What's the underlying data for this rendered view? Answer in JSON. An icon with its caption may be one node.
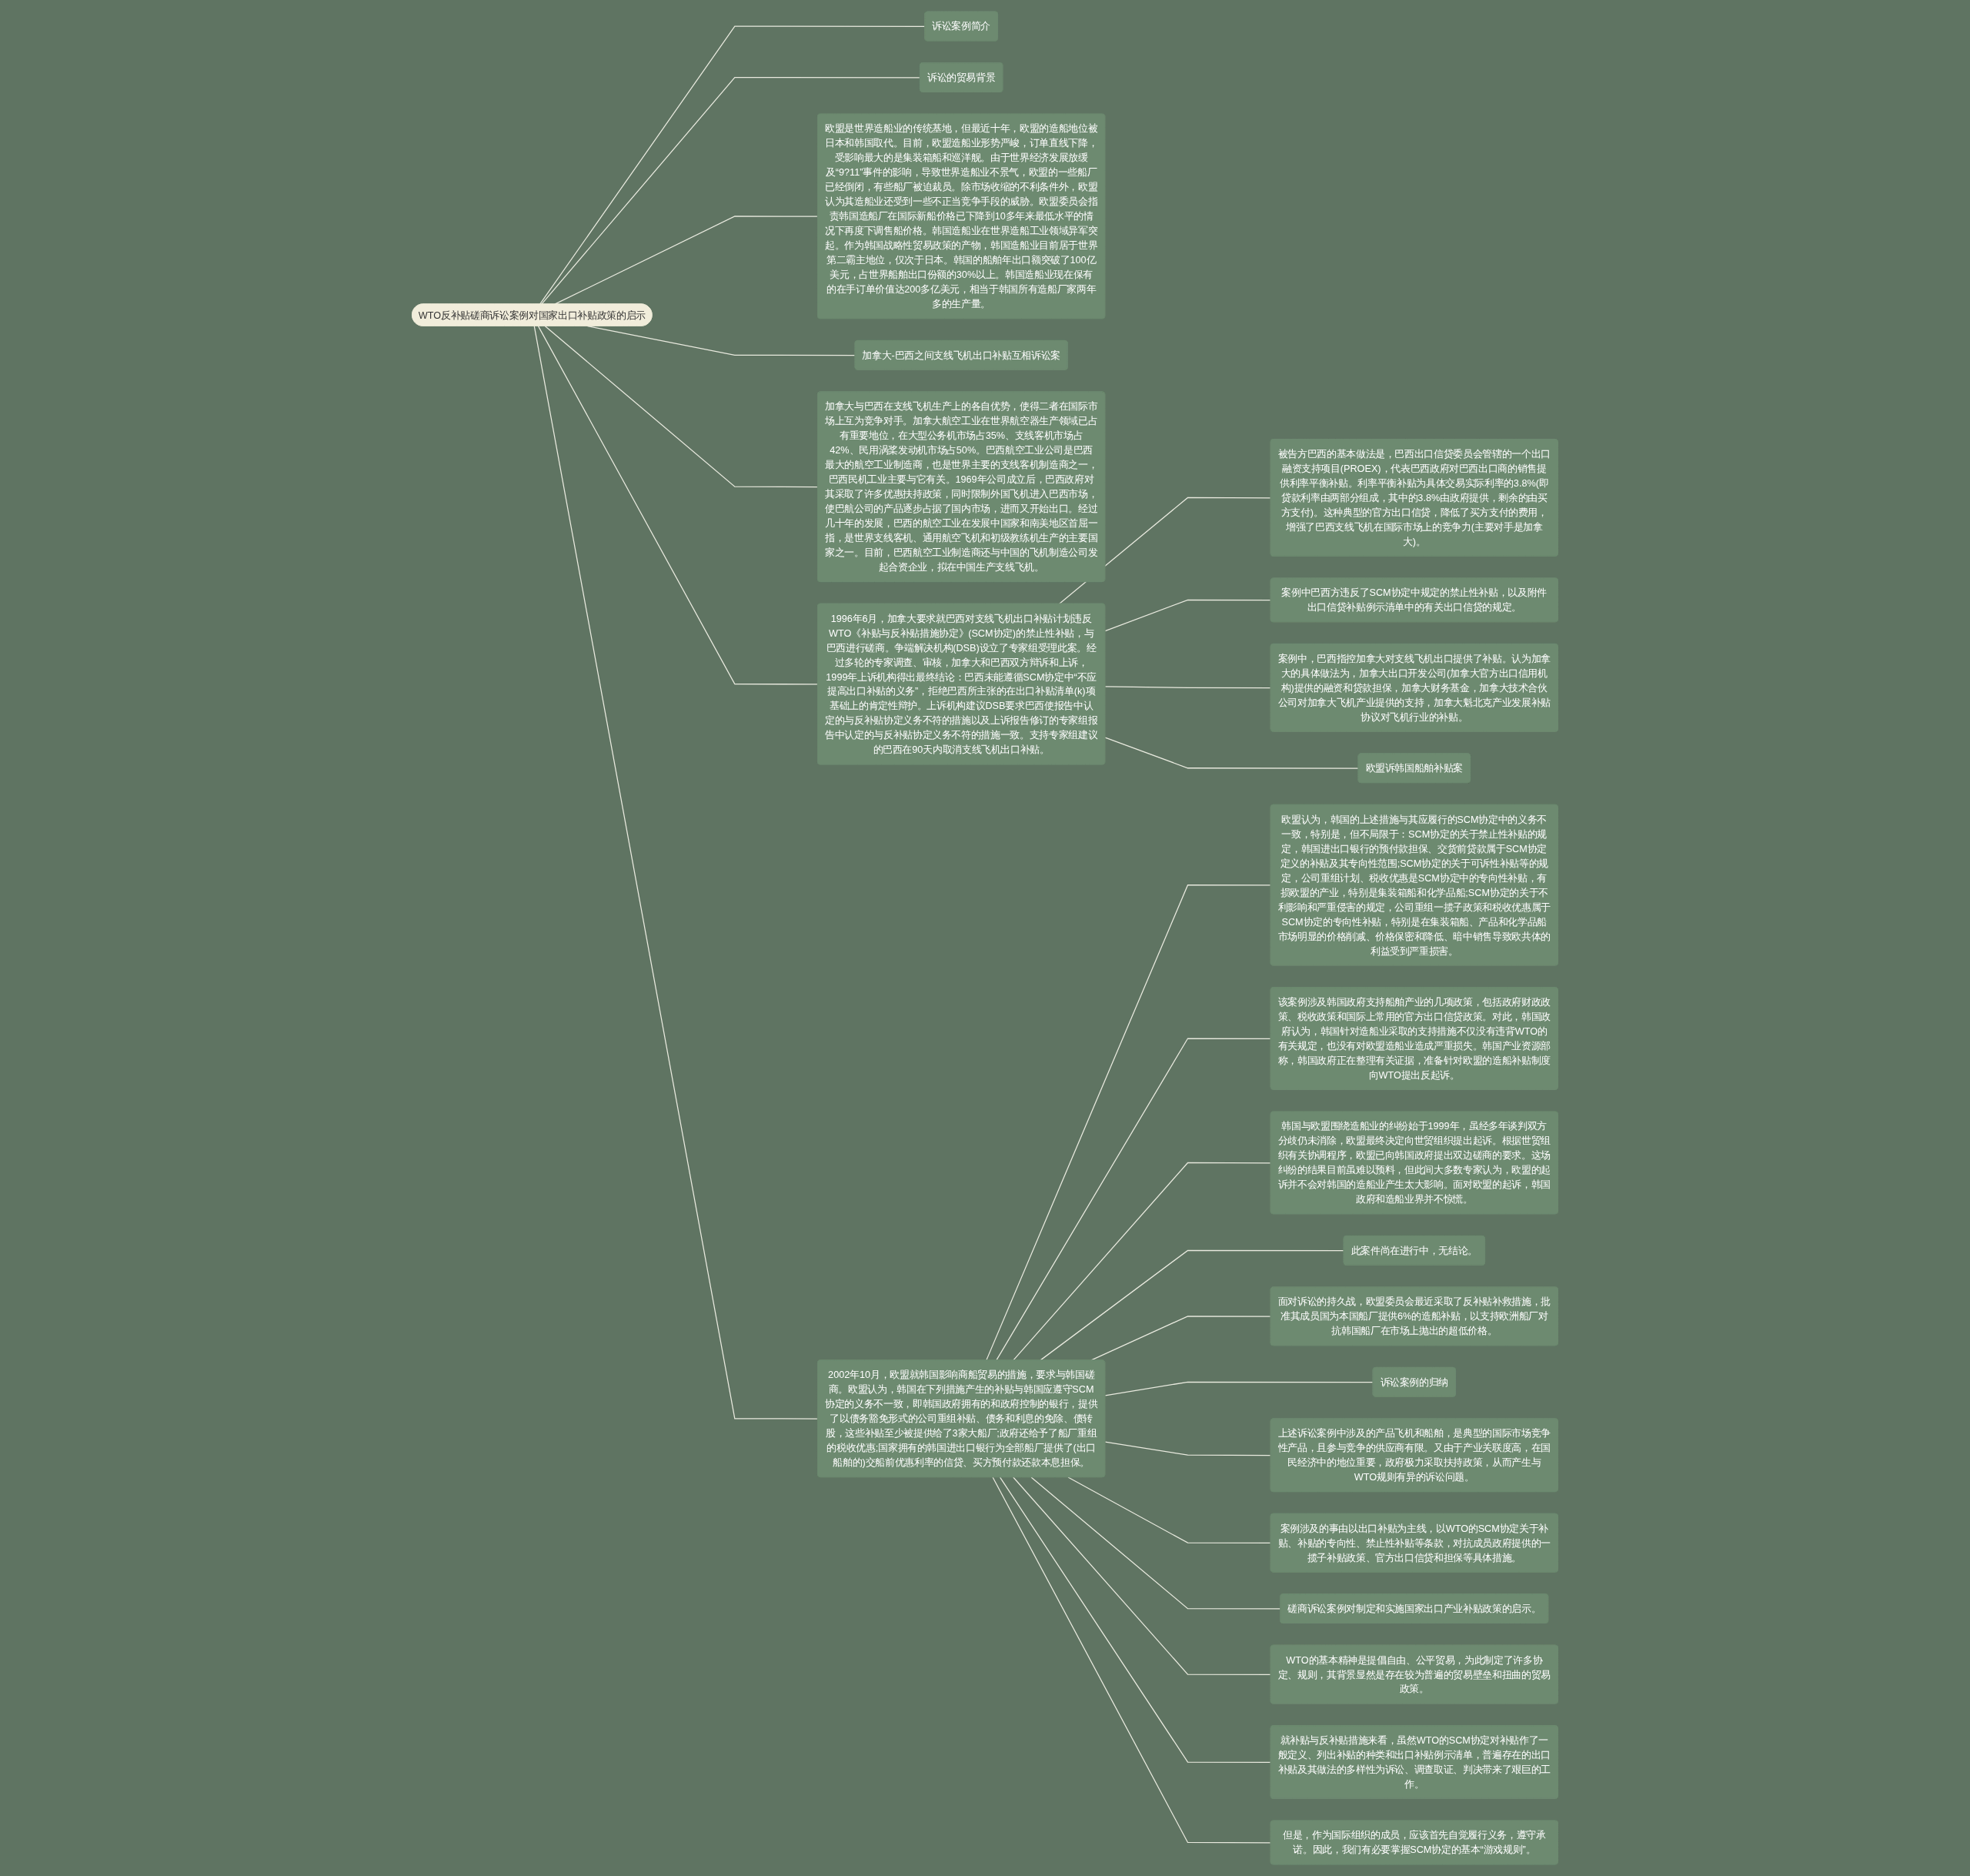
{
  "diagram": {
    "nodes": [
      {
        "text": [
          "WTO反补贴磋商诉讼案例对国家出口补贴政策的启示"
        ]
      },
      {
        "text": [
          "诉讼案例简介"
        ]
      },
      {
        "text": [
          "诉讼的贸易背景"
        ]
      },
      {
        "text": [
          "欧盟是世界造船业的传统基地，但最近十年，欧盟的造船地位被日本和韩国取代。目前，欧盟造船业形势严峻，订单直线下降，受影响最大的是集装箱船和巡洋舰。由于世界经济发展放缓及“9?11”事件的影响，导致世界造船业不景气，欧盟的一些船厂已经倒闭，有些船厂被迫裁员。除市场收缩的不利条件外，欧盟认为其造船业还受到一些不正当竞争手段的威胁。欧盟委员会指责韩国造船厂在国际新船价格已下降到10多年来最低水平的情况下再度下调售船价格。韩国造船业在世界造船工业领域异军突起。作为韩国战略性贸易政策的产物，韩国造船业目前居于世界第二霸主地位，仅次于日本。韩国的船舶年出口额突破了100亿美元，占世界船舶出口份额的30%以上。韩国造船业现在保有的在手订单价值达200多亿美元，相当于韩国所有造船厂家两年多的生产量。"
        ]
      },
      {
        "text": [
          "加拿大-巴西之间支线飞机出口补贴互相诉讼案"
        ]
      },
      {
        "text": [
          "加拿大与巴西在支线飞机生产上的各自优势，使得二者在国际市场上互为竞争对手。加拿大航空工业在世界航空器生产领域已占有重要地位，在大型公务机市场占35%、支线客机市场占42%、民用涡桨发动机市场占50%。巴西航空工业公司是巴西最大的航空工业制造商，也是世界主要的支线客机制造商之一，巴西民机工业主要与它有关。1969年公司成立后，巴西政府对其采取了许多优惠扶持政策，同时限制外国飞机进入巴西市场，使巴航公司的产品逐步占据了国内市场，进而又开始出口。经过几十年的发展，巴西的航空工业在发展中国家和南美地区首屈一指，是世界支线客机、通用航空飞机和初级教练机生产的主要国家之一。目前，巴西航空工业制造商还与中国的飞机制造公司发起合资企业，拟在中国生产支线飞机。"
        ]
      },
      {
        "text": [
          "1996年6月，加拿大要求就巴西对支线飞机出口补贴计划违反WTO《补贴与反补贴措施协定》(SCM协定)的禁止性补贴，与巴西进行磋商。争端解决机构(DSB)设立了专家组受理此案。经过多轮的专家调查、审核，加拿大和巴西双方辩诉和上诉，1999年上诉机构得出最终结论：巴西未能遵循SCM协定中“不应提高出口补贴的义务”，拒绝巴西所主张的在出口补贴清单(k)项基础上的肯定性辩护。上诉机构建议DSB要求巴西使报告中认定的与反补贴协定义务不符的措施以及上诉报告修订的专家组报告中认定的与反补贴协定义务不符的措施一致。支持专家组建议的巴西在90天内取消支线飞机出口补贴。"
        ]
      },
      {
        "text": [
          "被告方巴西的基本做法是，巴西出口信贷委员会管辖的一个出口融资支持项目(PROEX)，代表巴西政府对巴西出口商的销售提供利率平衡补贴。利率平衡补贴为具体交易实际利率的3.8%(即贷款利率由两部分组成，其中的3.8%由政府提供，剩余的由买方支付)。这种典型的官方出口信贷，降低了买方支付的费用，增强了巴西支线飞机在国际市场上的竞争力(主要对手是加拿大)。"
        ]
      },
      {
        "text": [
          "案例中巴西方违反了SCM协定中规定的禁止性补贴，以及附件出口信贷补贴例示清单中的有关出口信贷的规定。"
        ]
      },
      {
        "text": [
          "案例中，巴西指控加拿大对支线飞机出口提供了补贴。认为加拿大的具体做法为，加拿大出口开发公司(加拿大官方出口信用机构)提供的融资和贷款担保，加拿大财务基金，加拿大技术合伙公司对加拿大飞机产业提供的支持，加拿大魁北克产业发展补贴协议对飞机行业的补贴。"
        ]
      },
      {
        "text": [
          "欧盟诉韩国船舶补贴案"
        ]
      },
      {
        "text": [
          "2002年10月，欧盟就韩国影响商船贸易的措施，要求与韩国磋商。欧盟认为，韩国在下列措施产生的补贴与韩国应遵守SCM协定的义务不一致，即韩国政府拥有的和政府控制的银行，提供了以债务豁免形式的公司重组补贴、债务和利息的免除、债转股，这些补贴至少被提供给了3家大船厂;政府还给予了船厂重组的税收优惠;国家拥有的韩国进出口银行为全部船厂提供了(出口船舶的)交船前优惠利率的信贷、买方预付款还款本息担保。"
        ]
      },
      {
        "text": [
          "欧盟认为，韩国的上述措施与其应履行的SCM协定中的义务不一致，特别是，但不局限于：SCM协定的关于禁止性补贴的规定，韩国进出口银行的预付款担保、交货前贷款属于SCM协定定义的补贴及其专向性范围;SCM协定的关于可诉性补贴等的规定，公司重组计划、税收优惠是SCM协定中的专向性补贴，有损欧盟的产业，特别是集装箱船和化学品船;SCM协定的关于不利影响和严重侵害的规定，公司重组一揽子政策和税收优惠属于SCM协定的专向性补贴，特别是在集装箱船、产品和化学品船市场明显的价格削减、价格保密和降低、暗中销售导致欧共体的利益受到严重损害。"
        ]
      },
      {
        "text": [
          "该案例涉及韩国政府支持船舶产业的几项政策，包括政府财政政策、税收政策和国际上常用的官方出口信贷政策。对此，韩国政府认为，韩国针对造船业采取的支持措施不仅没有违背WTO的有关规定，也没有对欧盟造船业造成严重损失。韩国产业资源部称，韩国政府正在整理有关证据，准备针对欧盟的造船补贴制度向WTO提出反起诉。"
        ]
      },
      {
        "text": [
          "韩国与欧盟围绕造船业的纠纷始于1999年，虽经多年谈判双方分歧仍未消除，欧盟最终决定向世贸组织提出起诉。根据世贸组织有关协调程序，欧盟已向韩国政府提出双边磋商的要求。这场纠纷的结果目前虽难以预料，但此间大多数专家认为，欧盟的起诉并不会对韩国的造船业产生太大影响。面对欧盟的起诉，韩国政府和造船业界并不惊慌。"
        ]
      },
      {
        "text": [
          "此案件尚在进行中，无结论。"
        ]
      },
      {
        "text": [
          "面对诉讼的持久战，欧盟委员会最近采取了反补贴补救措施，批准其成员国为本国船厂提供6%的造船补贴，以支持欧洲船厂对抗韩国船厂在市场上抛出的超低价格。"
        ]
      },
      {
        "text": [
          "诉讼案例的归纳"
        ]
      },
      {
        "text": [
          "上述诉讼案例中涉及的产品飞机和船舶，是典型的国际市场竞争性产品，且参与竞争的供应商有限。又由于产业关联度高，在国民经济中的地位重要，政府极力采取扶持政策，从而产生与WTO规则有异的诉讼问题。"
        ]
      },
      {
        "text": [
          "案例涉及的事由以出口补贴为主线，以WTO的SCM协定关于补贴、补贴的专向性、禁止性补贴等条款，对抗成员政府提供的一揽子补贴政策、官方出口信贷和担保等具体措施。"
        ]
      },
      {
        "text": [
          "磋商诉讼案例对制定和实施国家出口产业补贴政策的启示。"
        ]
      },
      {
        "text": [
          "WTO的基本精神是提倡自由、公平贸易，为此制定了许多协定、规则，其背景显然是存在较为普遍的贸易壁垒和扭曲的贸易政策。"
        ]
      },
      {
        "text": [
          "就补贴与反补贴措施来看，虽然WTO的SCM协定对补贴作了一般定义、列出补贴的种类和出口补贴例示清单，普遍存在的出口补贴及其做法的多样性为诉讼、调查取证、判决带来了艰巨的工作。"
        ]
      },
      {
        "text": [
          "但是，作为国际组织的成员，应该首先自觉履行义务，遵守承诺。因此，我们有必要掌握SCM协定的基本“游戏规则”。"
        ]
      }
    ],
    "edges": [
      {
        "from": 0,
        "to": 1,
        "arrow": "none"
      },
      {
        "from": 0,
        "to": 2,
        "arrow": "none"
      },
      {
        "from": 0,
        "to": 3,
        "arrow": "none"
      },
      {
        "from": 0,
        "to": 4,
        "arrow": "none"
      },
      {
        "from": 0,
        "to": 5,
        "arrow": "none"
      },
      {
        "from": 0,
        "to": 6,
        "arrow": "none"
      },
      {
        "from": 6,
        "to": 7,
        "arrow": "none"
      },
      {
        "from": 6,
        "to": 8,
        "arrow": "none"
      },
      {
        "from": 6,
        "to": 9,
        "arrow": "none"
      },
      {
        "from": 6,
        "to": 10,
        "arrow": "none"
      },
      {
        "from": 0,
        "to": 11,
        "arrow": "none"
      },
      {
        "from": 11,
        "to": 12,
        "arrow": "none"
      },
      {
        "from": 11,
        "to": 13,
        "arrow": "none"
      },
      {
        "from": 11,
        "to": 14,
        "arrow": "none"
      },
      {
        "from": 11,
        "to": 15,
        "arrow": "none"
      },
      {
        "from": 11,
        "to": 16,
        "arrow": "none"
      },
      {
        "from": 11,
        "to": 17,
        "arrow": "none"
      },
      {
        "from": 11,
        "to": 18,
        "arrow": "none"
      },
      {
        "from": 11,
        "to": 19,
        "arrow": "none"
      },
      {
        "from": 11,
        "to": 20,
        "arrow": "none"
      },
      {
        "from": 11,
        "to": 21,
        "arrow": "none"
      },
      {
        "from": 11,
        "to": 22,
        "arrow": "none"
      },
      {
        "from": 11,
        "to": 23,
        "arrow": "none"
      }
    ]
  }
}
